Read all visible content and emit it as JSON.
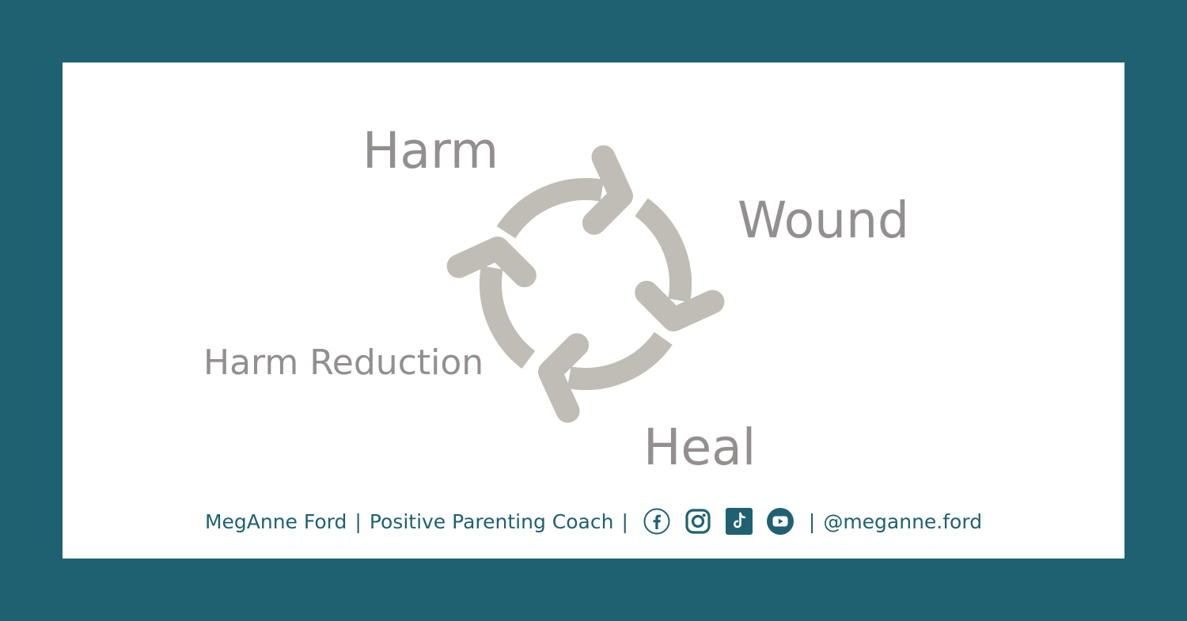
{
  "colors": {
    "frame": "#1f6170",
    "card": "#ffffff",
    "arrows": "#c0bdb6",
    "label_text": "#948f8f",
    "footer_text": "#1f6170"
  },
  "diagram": {
    "stages": [
      "Harm",
      "Wound",
      "Heal",
      "Harm Reduction"
    ],
    "connector": "circular-arrows"
  },
  "footer": {
    "name": "MegAnne Ford",
    "separator": "|",
    "title": "Positive Parenting Coach",
    "icons": [
      "facebook-icon",
      "instagram-icon",
      "tiktok-icon",
      "youtube-icon"
    ],
    "handle": "@meganne.ford"
  }
}
